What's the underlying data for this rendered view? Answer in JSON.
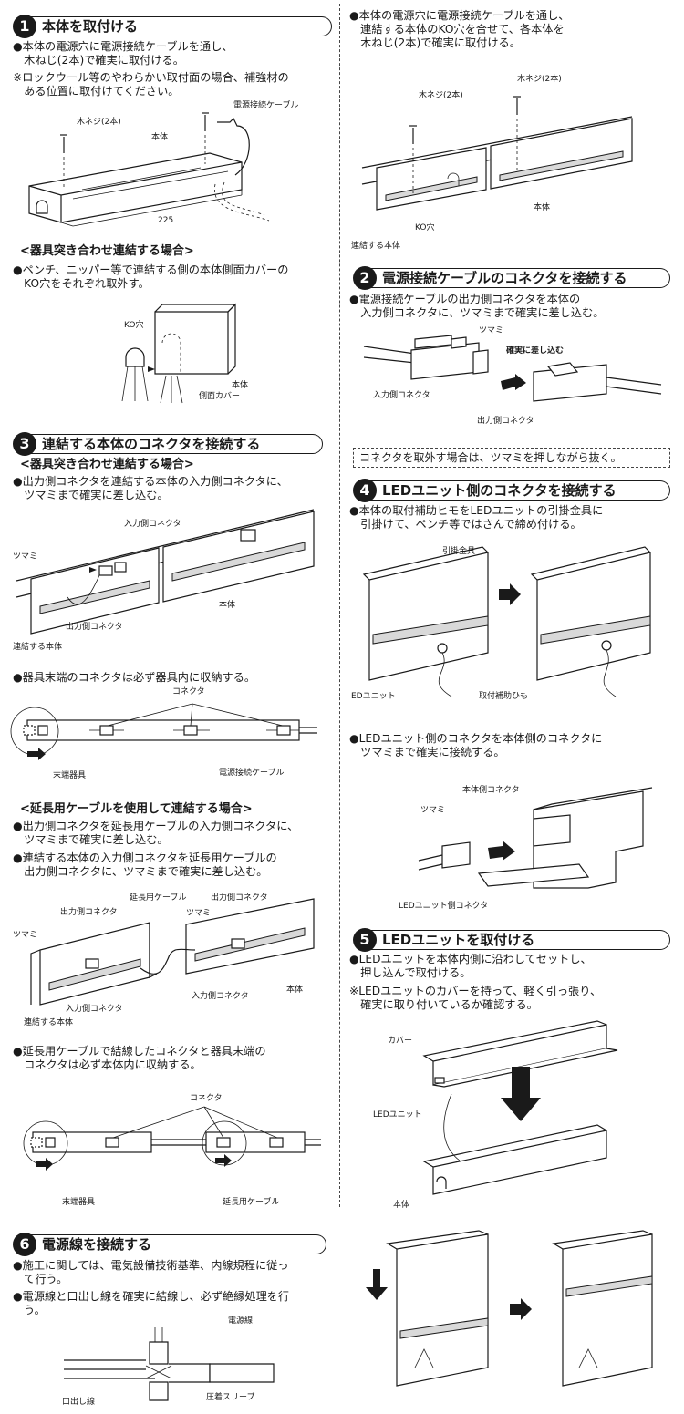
{
  "s1": {
    "num": "1",
    "title": "本体を取付ける",
    "b1": "●本体の電源穴に電源接続ケーブルを通し、",
    "b1b": "　木ねじ(2本)で確実に取付ける。",
    "n1": "※ロックウール等のやわらかい取付面の場合、補強材の",
    "n1b": "　ある位置に取付けてください。",
    "fig_labels": {
      "cable": "電源接続ケーブル",
      "screw": "木ネジ(2本)",
      "body": "本体",
      "dim": "225"
    },
    "sub": "<器具突き合わせ連結する場合>",
    "b2": "●ペンチ、ニッパー等で連結する側の本体側面カバーの",
    "b2b": "　KO穴をそれぞれ取外す。",
    "fig2_labels": {
      "ko": "KO穴",
      "body": "本体",
      "cover": "側面カバー"
    }
  },
  "s3": {
    "num": "3",
    "title": "連結する本体のコネクタを接続する",
    "sub1": "<器具突き合わせ連結する場合>",
    "b1": "●出力側コネクタを連結する本体の入力側コネクタに、",
    "b1b": "　ツマミまで確実に差し込む。",
    "fig1_labels": {
      "in": "入力側コネクタ",
      "knob": "ツマミ",
      "body": "本体",
      "out": "出力側コネクタ",
      "joined": "連結する本体"
    },
    "b2": "●器具末端のコネクタは必ず器具内に収納する。",
    "fig2_labels": {
      "conn": "コネクタ",
      "end": "末端器具",
      "cable": "電源接続ケーブル"
    },
    "sub2": "<延長用ケーブルを使用して連結する場合>",
    "b3": "●出力側コネクタを延長用ケーブルの入力側コネクタに、",
    "b3b": "　ツマミまで確実に差し込む。",
    "b4": "●連結する本体の入力側コネクタを延長用ケーブルの",
    "b4b": "　出力側コネクタに、ツマミまで確実に差し込む。",
    "fig3_labels": {
      "ext": "延長用ケーブル",
      "out1": "出力側コネクタ",
      "out2": "出力側コネクタ",
      "knob1": "ツマミ",
      "knob2": "ツマミ",
      "body": "本体",
      "in1": "入力側コネクタ",
      "in2": "入力側コネクタ",
      "joined": "連結する本体"
    },
    "b5": "●延長用ケーブルで結線したコネクタと器具末端の",
    "b5b": "　コネクタは必ず本体内に収納する。",
    "fig4_labels": {
      "conn": "コネクタ",
      "end": "末端器具",
      "ext": "延長用ケーブル"
    }
  },
  "s6": {
    "num": "6",
    "title": "電源線を接続する",
    "b1": "●施工に関しては、電気設備技術基準、内線規程に従っ",
    "b1b": "　て行う。",
    "b2": "●電源線と口出し線を確実に結線し、必ず絶縁処理を行",
    "b2b": "　う。",
    "fig_labels": {
      "power": "電源線",
      "lead": "口出し線",
      "sleeve": "圧着スリーブ"
    }
  },
  "r1": {
    "b1": "●本体の電源穴に電源接続ケーブルを通し、",
    "b1b": "　連結する本体のKO穴を合せて、各本体を",
    "b1c": "　木ねじ(2本)で確実に取付ける。",
    "fig_labels": {
      "screw1": "木ネジ(2本)",
      "screw2": "木ネジ(2本)",
      "body": "本体",
      "ko": "KO穴",
      "joined": "連結する本体"
    }
  },
  "s2": {
    "num": "2",
    "title": "電源接続ケーブルのコネクタを接続する",
    "b1": "●電源接続ケーブルの出力側コネクタを本体の",
    "b1b": "　入力側コネクタに、ツマミまで確実に差し込む。",
    "fig_labels": {
      "knob": "ツマミ",
      "insert": "確実に差し込む",
      "in": "入力側コネクタ",
      "out": "出力側コネクタ"
    },
    "note": "コネクタを取外す場合は、ツマミを押しながら抜く。"
  },
  "s4": {
    "num": "4",
    "title": "LEDユニット側のコネクタを接続する",
    "b1": "●本体の取付補助ヒモをLEDユニットの引掛金具に",
    "b1b": "　引掛けて、ペンチ等ではさんで締め付ける。",
    "fig1_labels": {
      "hook": "引掛金具",
      "unit": "EDユニット",
      "cord": "取付補助ひも"
    },
    "b2": "●LEDユニット側のコネクタを本体側のコネクタに",
    "b2b": "　ツマミまで確実に接続する。",
    "fig2_labels": {
      "body_conn": "本体側コネクタ",
      "knob": "ツマミ",
      "led_conn": "LEDユニット側コネクタ"
    }
  },
  "s5": {
    "num": "5",
    "title": "LEDユニットを取付ける",
    "b1": "●LEDユニットを本体内側に沿わしてセットし、",
    "b1b": "　押し込んで取付ける。",
    "n1": "※LEDユニットのカバーを持って、軽く引っ張り、",
    "n1b": "　確実に取り付いているか確認する。",
    "fig_labels": {
      "cover": "カバー",
      "unit": "LEDユニット",
      "body": "本体"
    }
  }
}
